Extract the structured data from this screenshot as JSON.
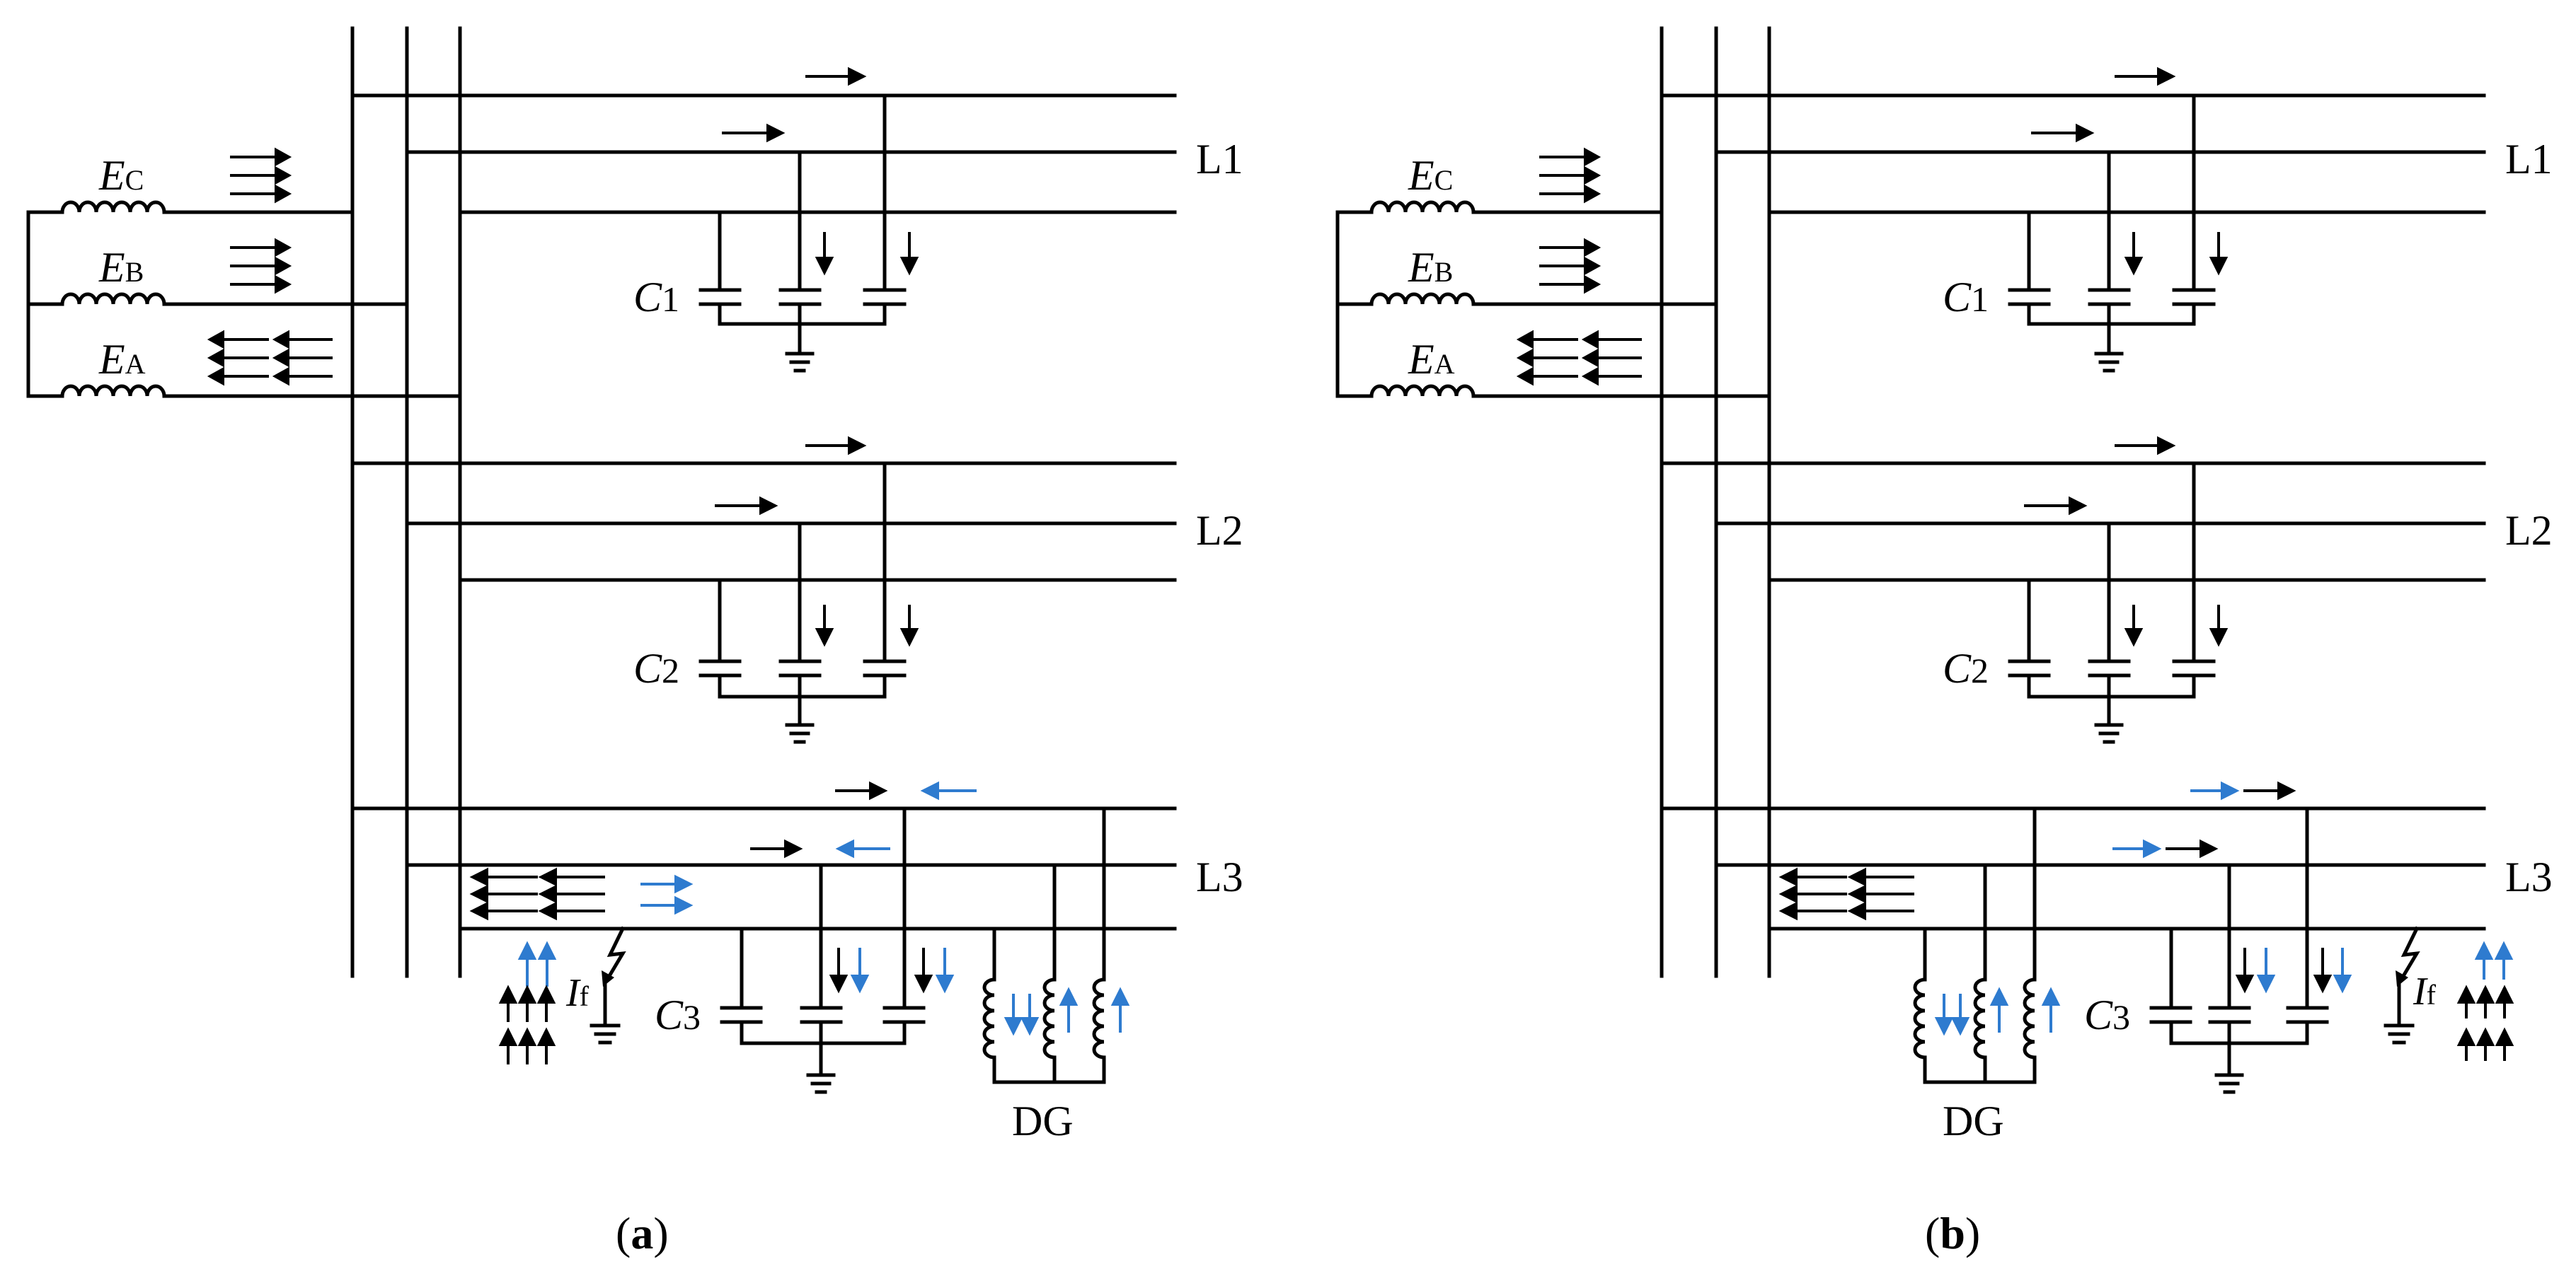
{
  "panels": [
    {
      "id": "a",
      "caption": "(a)",
      "caption_letter": "a",
      "sources": [
        {
          "label": "E",
          "sub": "C"
        },
        {
          "label": "E",
          "sub": "B"
        },
        {
          "label": "E",
          "sub": "A"
        }
      ],
      "lines": [
        "L1",
        "L2",
        "L3"
      ],
      "capacitors": [
        {
          "label": "C",
          "sub": "1"
        },
        {
          "label": "C",
          "sub": "2"
        },
        {
          "label": "C",
          "sub": "3"
        }
      ],
      "fault_current": {
        "label": "I",
        "sub": "f"
      },
      "dg_label": "DG"
    },
    {
      "id": "b",
      "caption": "(b)",
      "caption_letter": "b",
      "sources": [
        {
          "label": "E",
          "sub": "C"
        },
        {
          "label": "E",
          "sub": "B"
        },
        {
          "label": "E",
          "sub": "A"
        }
      ],
      "lines": [
        "L1",
        "L2",
        "L3"
      ],
      "capacitors": [
        {
          "label": "C",
          "sub": "1"
        },
        {
          "label": "C",
          "sub": "2"
        },
        {
          "label": "C",
          "sub": "3"
        }
      ],
      "fault_current": {
        "label": "I",
        "sub": "f"
      },
      "dg_label": "DG"
    }
  ],
  "colors": {
    "wire": "#000000",
    "zero_sequence_arrow": "#000000",
    "dg_arrow": "#2e7bcf"
  }
}
